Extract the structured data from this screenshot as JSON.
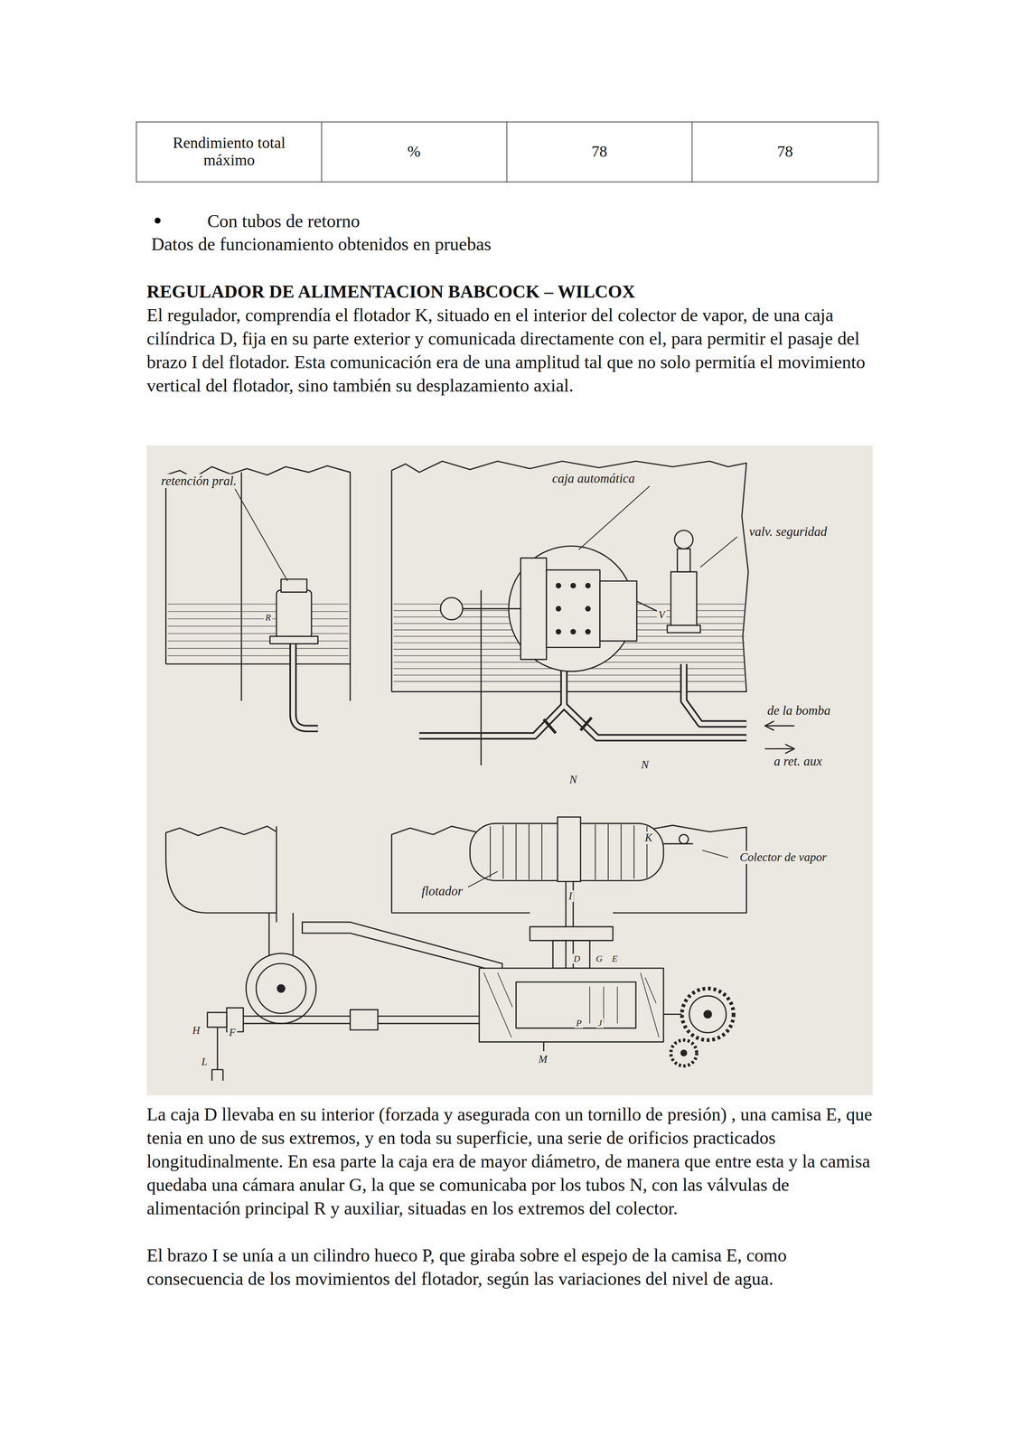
{
  "diagram": {
    "title": "REGULADOR DE ALIMENTACION BABCOCK – WILCOX",
    "labels": [
      "Rendimiento total máximo",
      "%",
      "78",
      "78",
      "Con tubos de retorno",
      "Datos de funcionamiento obtenidos en pruebas",
      "El regulador, comprendía el flotador K, situado en el interior del colector de vapor, de una caja cilíndrica D, fija en su parte exterior y comunicada directamente con el, para permitir el pasaje del brazo I del flotador. Esta comunicación era de una amplitud tal que no solo permitía el movimiento vertical del flotador, sino también su desplazamiento axial.",
      "retención pral.",
      "caja automática",
      "valv. seguridad",
      "R",
      "V",
      "N",
      "N",
      "de la bomba",
      "a ret. aux",
      "flotador",
      "K",
      "Colector de vapor",
      "I",
      "D",
      "G",
      "E",
      "H",
      "F",
      "L",
      "M",
      "P",
      "J",
      "La caja D llevaba en su interior (forzada y asegurada con un tornillo de presión) , una camisa E, que tenia en uno de sus extremos, y en toda su superficie, una serie de orificios practicados longitudinalmente. En esa parte la caja era de mayor diámetro, de manera que entre esta y la camisa quedaba una cámara anular G, la que se comunicaba por los tubos N, con las válvulas de alimentación principal R y auxiliar, situadas en los extremos del colector.",
      "El brazo I se unía a un cilindro hueco P, que giraba sobre el espejo de la camisa E, como consecuencia de los movimientos del flotador, según las variaciones del nivel de agua."
    ]
  }
}
